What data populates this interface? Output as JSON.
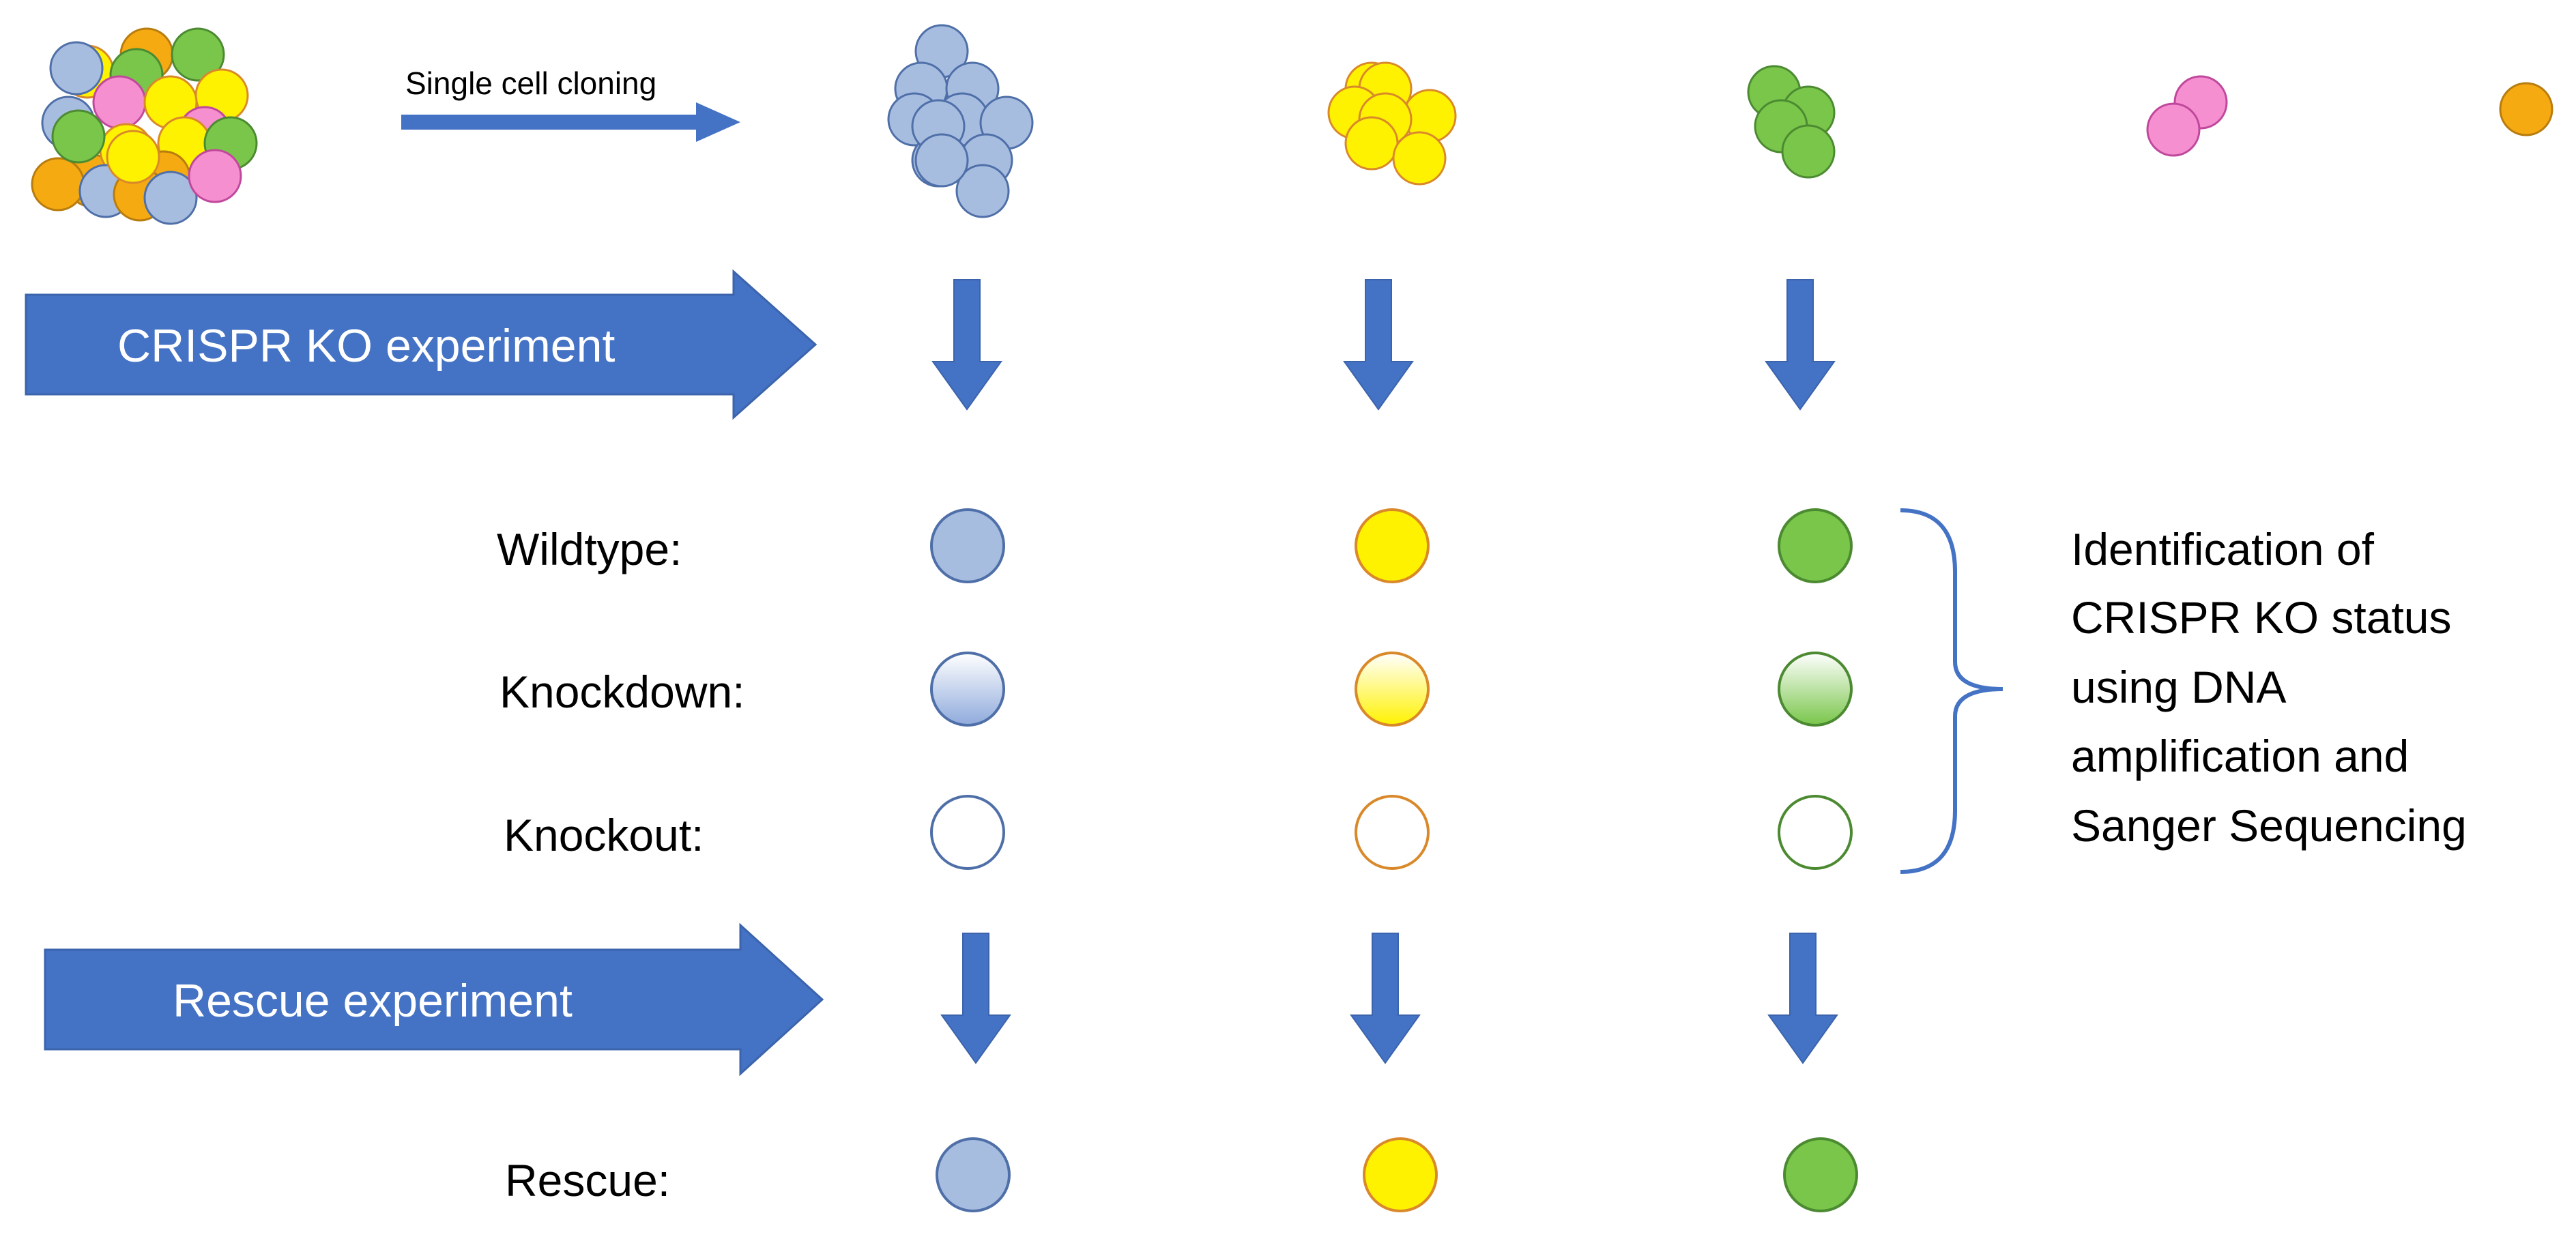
{
  "colors": {
    "blue": "#a7bde0",
    "blue_stroke": "#4f6fa8",
    "yellow": "#fff200",
    "yellow_stroke": "#d9892a",
    "green": "#79c64a",
    "green_stroke": "#4c8a32",
    "pink": "#f58fd0",
    "pink_stroke": "#c0489c",
    "orange": "#f5aa12",
    "orange_stroke": "#b87c0e",
    "arrow": "#4472c4",
    "arrow_dark": "#3b64ad",
    "bracket": "#4472c4"
  },
  "texts": {
    "single_cell_cloning": "Single cell cloning",
    "crispr_ko_experiment": "CRISPR KO experiment",
    "rescue_experiment": "Rescue experiment",
    "wildtype": "Wildtype:",
    "knockdown": "Knockdown:",
    "knockout": "Knockout:",
    "rescue": "Rescue:",
    "identification": [
      "Identification of",
      "CRISPR KO status",
      "using DNA",
      "amplification and",
      "Sanger Sequencing"
    ]
  }
}
